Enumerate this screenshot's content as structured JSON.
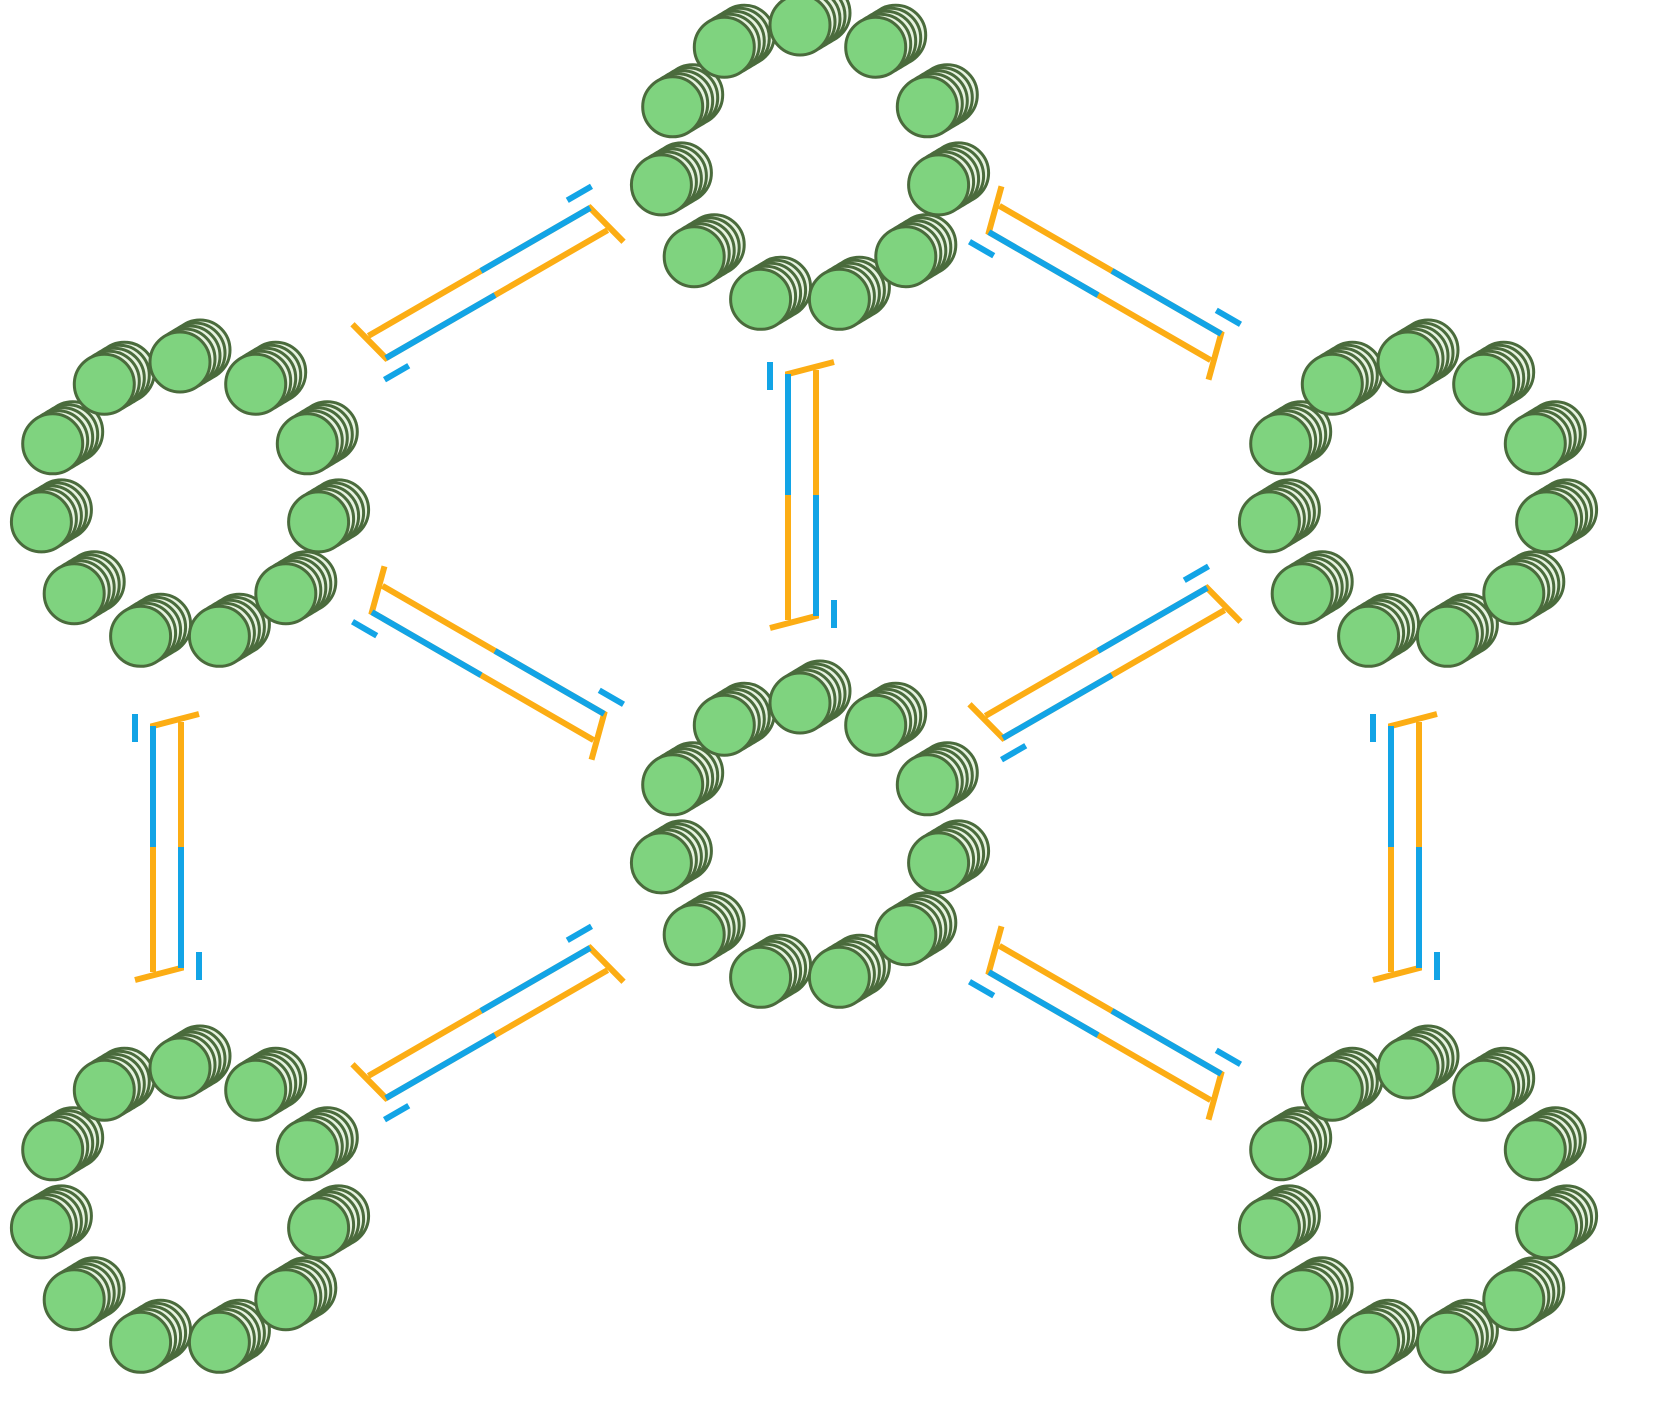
{
  "diagram": {
    "description_visible_text": "",
    "colors": {
      "background": "#ffffff",
      "bead_fill": "#7fd37f",
      "bead_shadow_fill": "#e6f3df",
      "bead_outline": "#4a6b3c",
      "linker_outer": "#fcad14",
      "linker_inner": "#12a4e6"
    },
    "node_shape": "ring of 11 stacked green beads",
    "nodes": [
      {
        "id": "ring-top-center",
        "bead_count": 11
      },
      {
        "id": "ring-upper-left",
        "bead_count": 11
      },
      {
        "id": "ring-upper-right",
        "bead_count": 11
      },
      {
        "id": "ring-center",
        "bead_count": 11
      },
      {
        "id": "ring-lower-left",
        "bead_count": 11
      },
      {
        "id": "ring-lower-right",
        "bead_count": 11
      }
    ],
    "linker_shape": "bracket-shaped two-colour linker (orange outer, blue inner)",
    "edges": [
      {
        "id": "linker-top-to-upper-left",
        "from": "ring-top-center",
        "to": "ring-upper-left"
      },
      {
        "id": "linker-top-to-upper-right",
        "from": "ring-top-center",
        "to": "ring-upper-right"
      },
      {
        "id": "linker-top-to-center",
        "from": "ring-top-center",
        "to": "ring-center"
      },
      {
        "id": "linker-upper-left-to-center",
        "from": "ring-upper-left",
        "to": "ring-center"
      },
      {
        "id": "linker-upper-right-to-center",
        "from": "ring-upper-right",
        "to": "ring-center"
      },
      {
        "id": "linker-upper-left-to-lower-left",
        "from": "ring-upper-left",
        "to": "ring-lower-left"
      },
      {
        "id": "linker-upper-right-to-lower-right",
        "from": "ring-upper-right",
        "to": "ring-lower-right"
      },
      {
        "id": "linker-center-to-lower-left",
        "from": "ring-center",
        "to": "ring-lower-left"
      },
      {
        "id": "linker-center-to-lower-right",
        "from": "ring-center",
        "to": "ring-lower-right"
      }
    ]
  }
}
